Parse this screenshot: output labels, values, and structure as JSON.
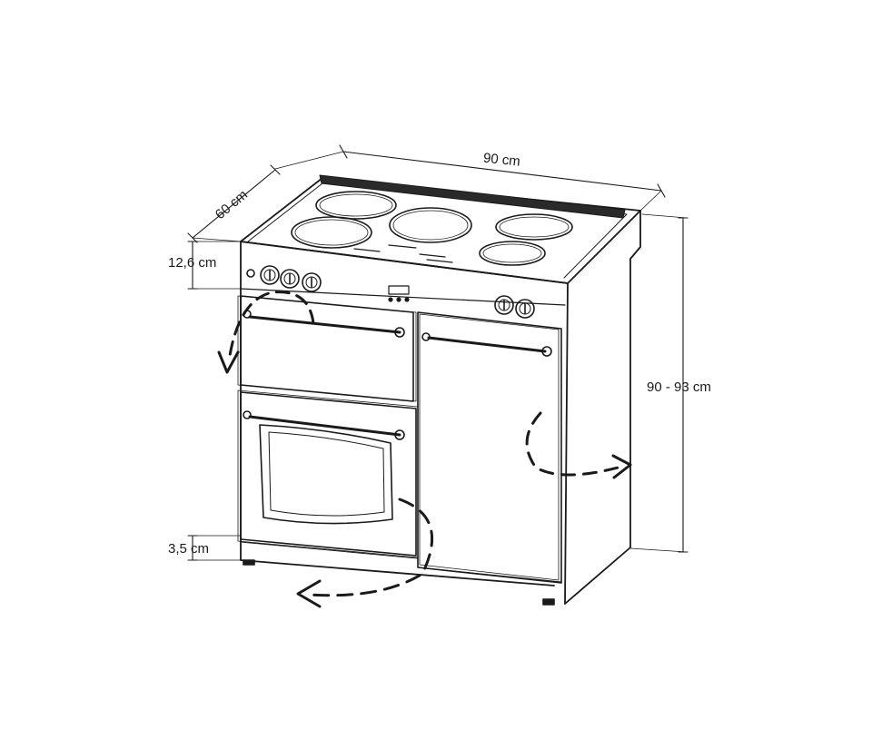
{
  "dimensions": {
    "width": "90 cm",
    "depth": "60 cm",
    "height": "90 - 93 cm",
    "control_panel_height": "12,6 cm",
    "plinth_height": "3,5 cm"
  },
  "colors": {
    "line": "#1a1a1a",
    "background": "#ffffff"
  }
}
